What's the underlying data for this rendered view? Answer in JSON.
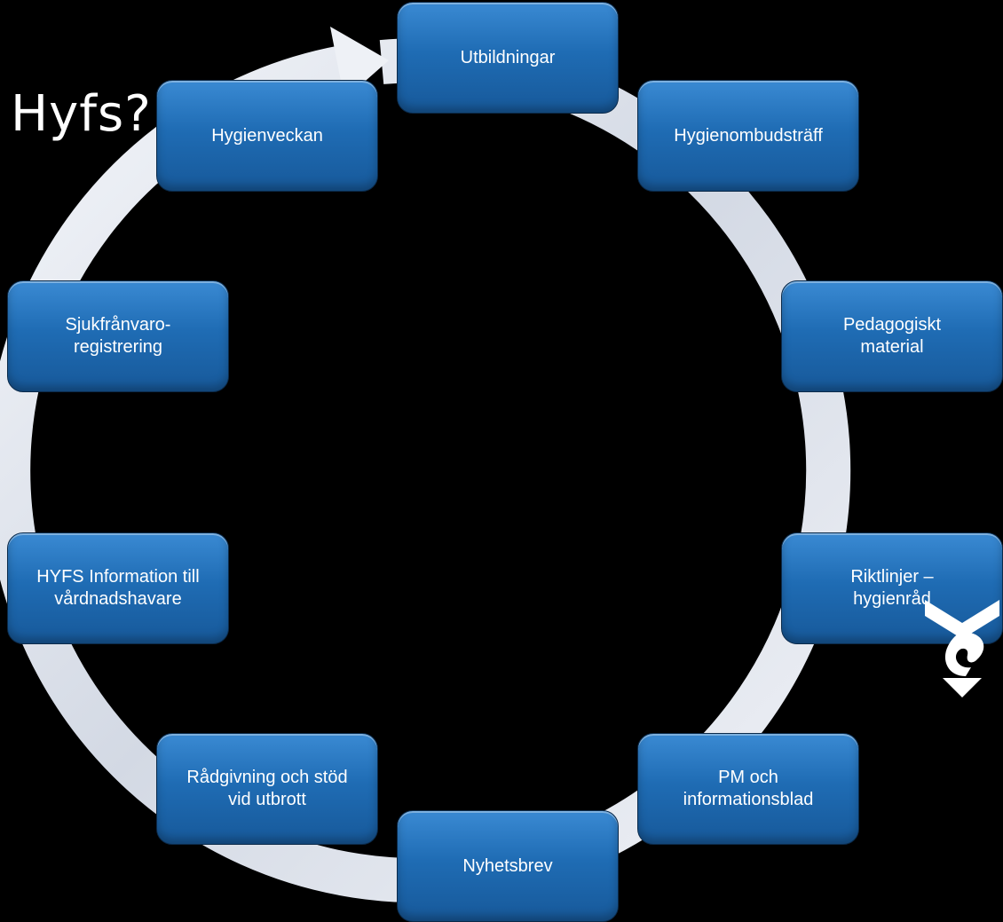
{
  "title": "Hyfs?",
  "colors": {
    "background": "#000000",
    "node_top": "#3a8ad3",
    "node_bottom": "#17599a",
    "ring": "#dde3ee",
    "text": "#ffffff"
  },
  "nodes": [
    {
      "id": "utbildningar",
      "label": "Utbildningar"
    },
    {
      "id": "hygienombudstraff",
      "label": "Hygienombudsträff"
    },
    {
      "id": "pedagogiskt-material",
      "label": "Pedagogiskt\nmaterial"
    },
    {
      "id": "riktlinjer",
      "label": "Riktlinjer –\nhygienråd"
    },
    {
      "id": "pm-informationsblad",
      "label": "PM och\ninformationsblad"
    },
    {
      "id": "nyhetsbrev",
      "label": "Nyhetsbrev"
    },
    {
      "id": "radgivning",
      "label": "Rådgivning och stöd\nvid utbrott"
    },
    {
      "id": "hyfs-information",
      "label": "HYFS Information till\nvårdnadshavare"
    },
    {
      "id": "sjukfranvaro",
      "label": "Sjukfrånvaro-\nregistrering"
    },
    {
      "id": "hygienveckan",
      "label": "Hygienveckan"
    }
  ],
  "logo_icon": "gothenburg-logo-icon",
  "cycle_direction": "clockwise"
}
